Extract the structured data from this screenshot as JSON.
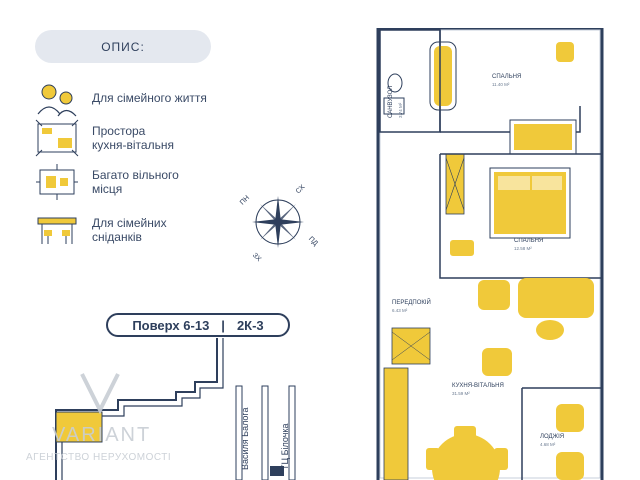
{
  "legend": {
    "title": "ОПИС:",
    "features": [
      {
        "icon": "family-icon",
        "label": "Для сімейного життя"
      },
      {
        "icon": "kitchen-living-icon",
        "label": "Простора\nкухня-вітальня"
      },
      {
        "icon": "free-space-icon",
        "label": "Багато вільного\nмісця"
      },
      {
        "icon": "breakfast-table-icon",
        "label": "Для сімейних\nсніданків"
      }
    ]
  },
  "compass": {
    "n": "ПН",
    "ne": "СХ",
    "s": "ПД",
    "w": "ЗХ"
  },
  "floor_info": {
    "floor": "Поверх 6-13",
    "separator": "|",
    "type": "2К-3"
  },
  "streets": {
    "street1": "Василя Балога",
    "street2": "ТЦ Білочка"
  },
  "rooms": {
    "bathroom": {
      "name": "САНВУЗОЛ",
      "area": "3.74 М²"
    },
    "bedroom1": {
      "name": "СПАЛЬНЯ",
      "area": "11.40 М²"
    },
    "bedroom2": {
      "name": "СПАЛЬНЯ",
      "area": "12.58 М²"
    },
    "hallway": {
      "name": "ПЕРЕДПОКІЙ",
      "area": "6.43 М²"
    },
    "kitchen": {
      "name": "КУХНЯ-ВІТАЛЬНЯ",
      "area": "31.59 М²"
    },
    "loggia": {
      "name": "ЛОДЖІЯ",
      "area": "4.68 М²"
    }
  },
  "watermark": {
    "brand": "VARIANT",
    "tagline": "АГЕНТСТВО НЕРУХОМОСТІ"
  },
  "colors": {
    "accent": "#f0c93a",
    "ink": "#2e3f5c",
    "pill": "#e4e8ef"
  }
}
